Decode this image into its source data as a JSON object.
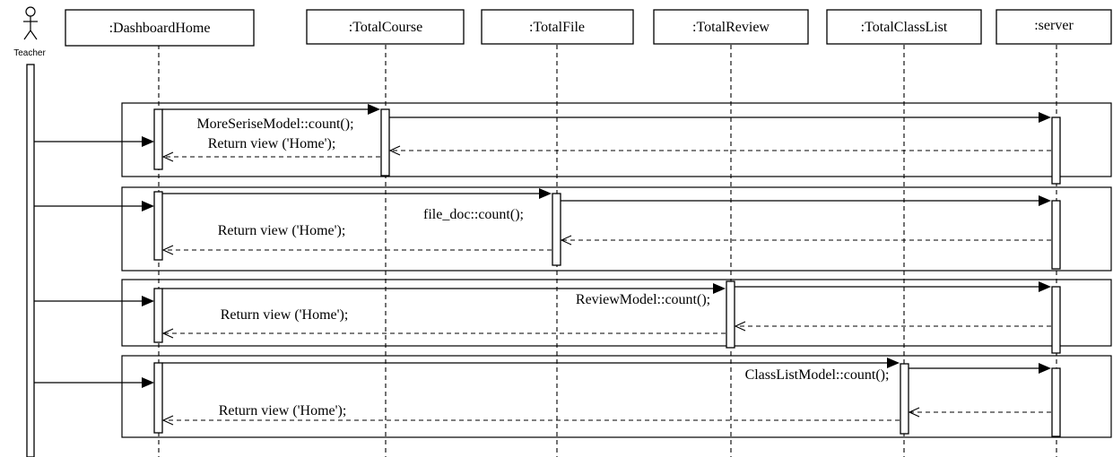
{
  "actor": {
    "name": "Teacher"
  },
  "objects": [
    {
      "id": "dashboard",
      "label": ":DashboardHome"
    },
    {
      "id": "course",
      "label": ":TotalCourse"
    },
    {
      "id": "file",
      "label": ":TotalFile"
    },
    {
      "id": "review",
      "label": ":TotalReview"
    },
    {
      "id": "classlist",
      "label": ":TotalClassList"
    },
    {
      "id": "server",
      "label": ":server"
    }
  ],
  "interactions": [
    {
      "target": "course",
      "call_label": "MoreSeriseModel::count();",
      "return_label": "Return view ('Home');"
    },
    {
      "target": "file",
      "call_label": "file_doc::count();",
      "return_label": "Return view ('Home');"
    },
    {
      "target": "review",
      "call_label": "ReviewModel::count();",
      "return_label": "Return view ('Home');"
    },
    {
      "target": "classlist",
      "call_label": "ClassListModel::count();",
      "return_label": "Return view ('Home');"
    }
  ]
}
